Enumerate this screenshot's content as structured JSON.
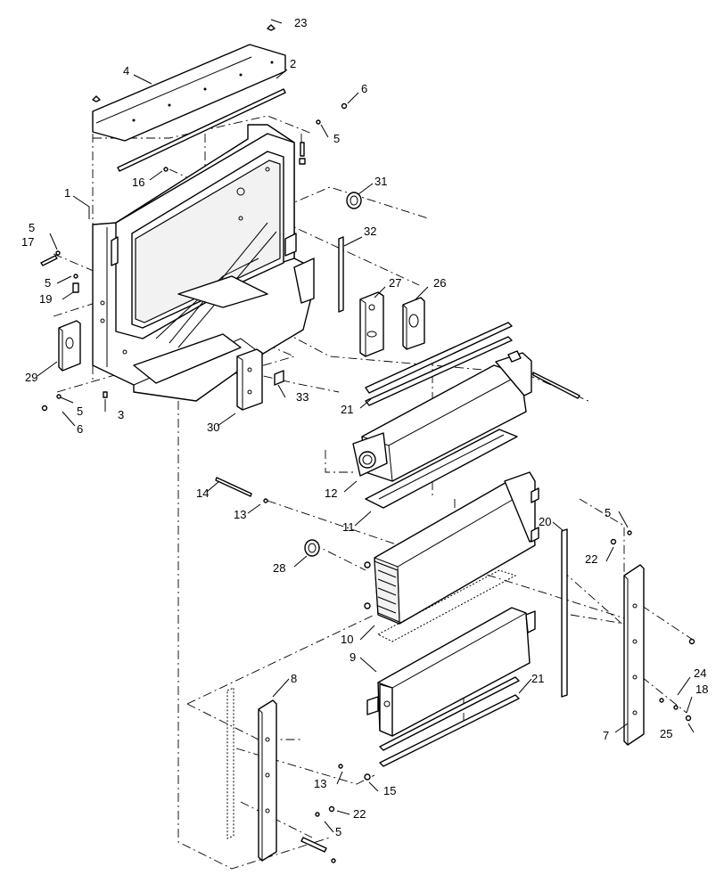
{
  "diagram": {
    "callouts": [
      {
        "id": "c23",
        "label": "23"
      },
      {
        "id": "c4",
        "label": "4"
      },
      {
        "id": "c2",
        "label": "2"
      },
      {
        "id": "c6a",
        "label": "6"
      },
      {
        "id": "c5a",
        "label": "5"
      },
      {
        "id": "c16",
        "label": "16"
      },
      {
        "id": "c31",
        "label": "31"
      },
      {
        "id": "c1",
        "label": "1"
      },
      {
        "id": "c5b",
        "label": "5"
      },
      {
        "id": "c17",
        "label": "17"
      },
      {
        "id": "c32",
        "label": "32"
      },
      {
        "id": "c5c",
        "label": "5"
      },
      {
        "id": "c19",
        "label": "19"
      },
      {
        "id": "c27",
        "label": "27"
      },
      {
        "id": "c26",
        "label": "26"
      },
      {
        "id": "c29",
        "label": "29"
      },
      {
        "id": "c5d",
        "label": "5"
      },
      {
        "id": "c3",
        "label": "3"
      },
      {
        "id": "c33",
        "label": "33"
      },
      {
        "id": "c6b",
        "label": "6"
      },
      {
        "id": "c21a",
        "label": "21"
      },
      {
        "id": "c30",
        "label": "30"
      },
      {
        "id": "c14",
        "label": "14"
      },
      {
        "id": "c12",
        "label": "12"
      },
      {
        "id": "c13a",
        "label": "13"
      },
      {
        "id": "c11",
        "label": "11"
      },
      {
        "id": "c20",
        "label": "20"
      },
      {
        "id": "c5e",
        "label": "5"
      },
      {
        "id": "c22a",
        "label": "22"
      },
      {
        "id": "c28",
        "label": "28"
      },
      {
        "id": "c10",
        "label": "10"
      },
      {
        "id": "c9",
        "label": "9"
      },
      {
        "id": "c8",
        "label": "8"
      },
      {
        "id": "c21b",
        "label": "21"
      },
      {
        "id": "c24",
        "label": "24"
      },
      {
        "id": "c18",
        "label": "18"
      },
      {
        "id": "c7",
        "label": "7"
      },
      {
        "id": "c25",
        "label": "25"
      },
      {
        "id": "c13b",
        "label": "13"
      },
      {
        "id": "c15",
        "label": "15"
      },
      {
        "id": "c22b",
        "label": "22"
      },
      {
        "id": "c5f",
        "label": "5"
      }
    ]
  }
}
